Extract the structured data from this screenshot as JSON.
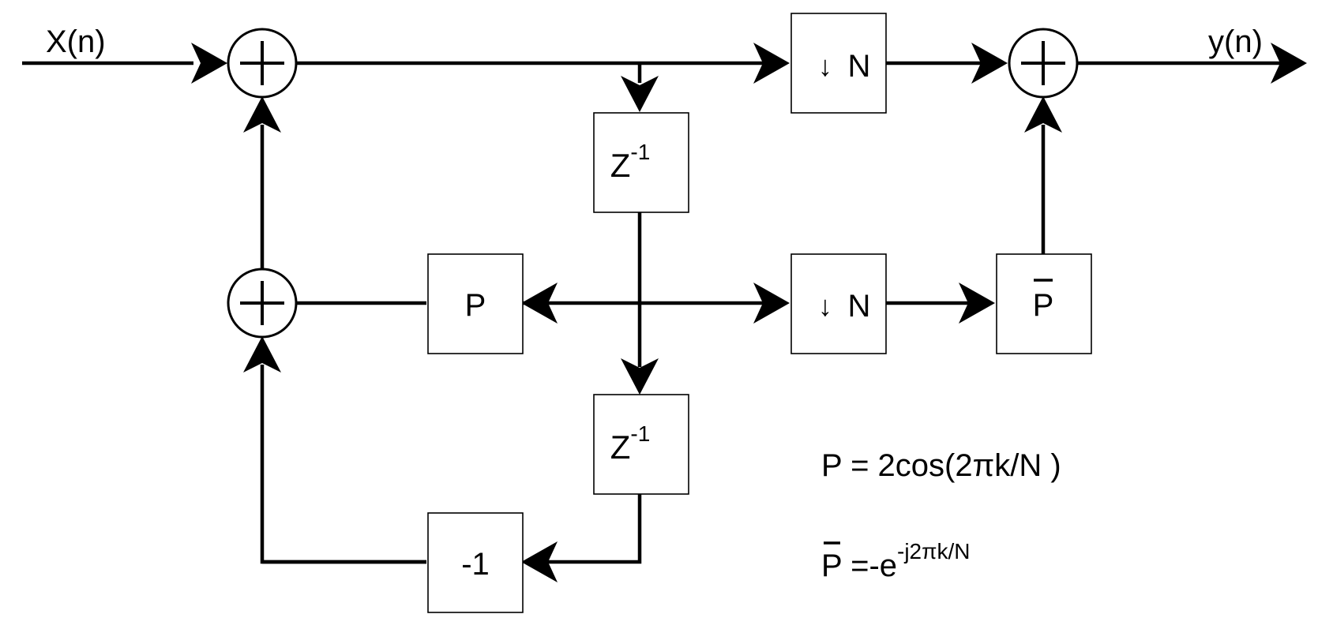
{
  "signals": {
    "input": "X(n)",
    "output": "y(n)"
  },
  "blocks": {
    "downsample_top": {
      "arrow": "↓",
      "label": "N"
    },
    "delay_1": {
      "base": "Z",
      "exp": "-1"
    },
    "multiplier_p": {
      "label": "P"
    },
    "downsample_mid": {
      "arrow": "↓",
      "label": "N"
    },
    "multiplier_pbar": {
      "label": "P"
    },
    "delay_2": {
      "base": "Z",
      "exp": "-1"
    },
    "negate": {
      "label": "-1"
    }
  },
  "equations": {
    "p_definition": {
      "lhs": "P",
      "rhs": " = 2cos(2πk/N )"
    },
    "pbar_definition": {
      "lhs": "P",
      "rhs": " =-e",
      "exp": "-j2πk/N"
    }
  }
}
